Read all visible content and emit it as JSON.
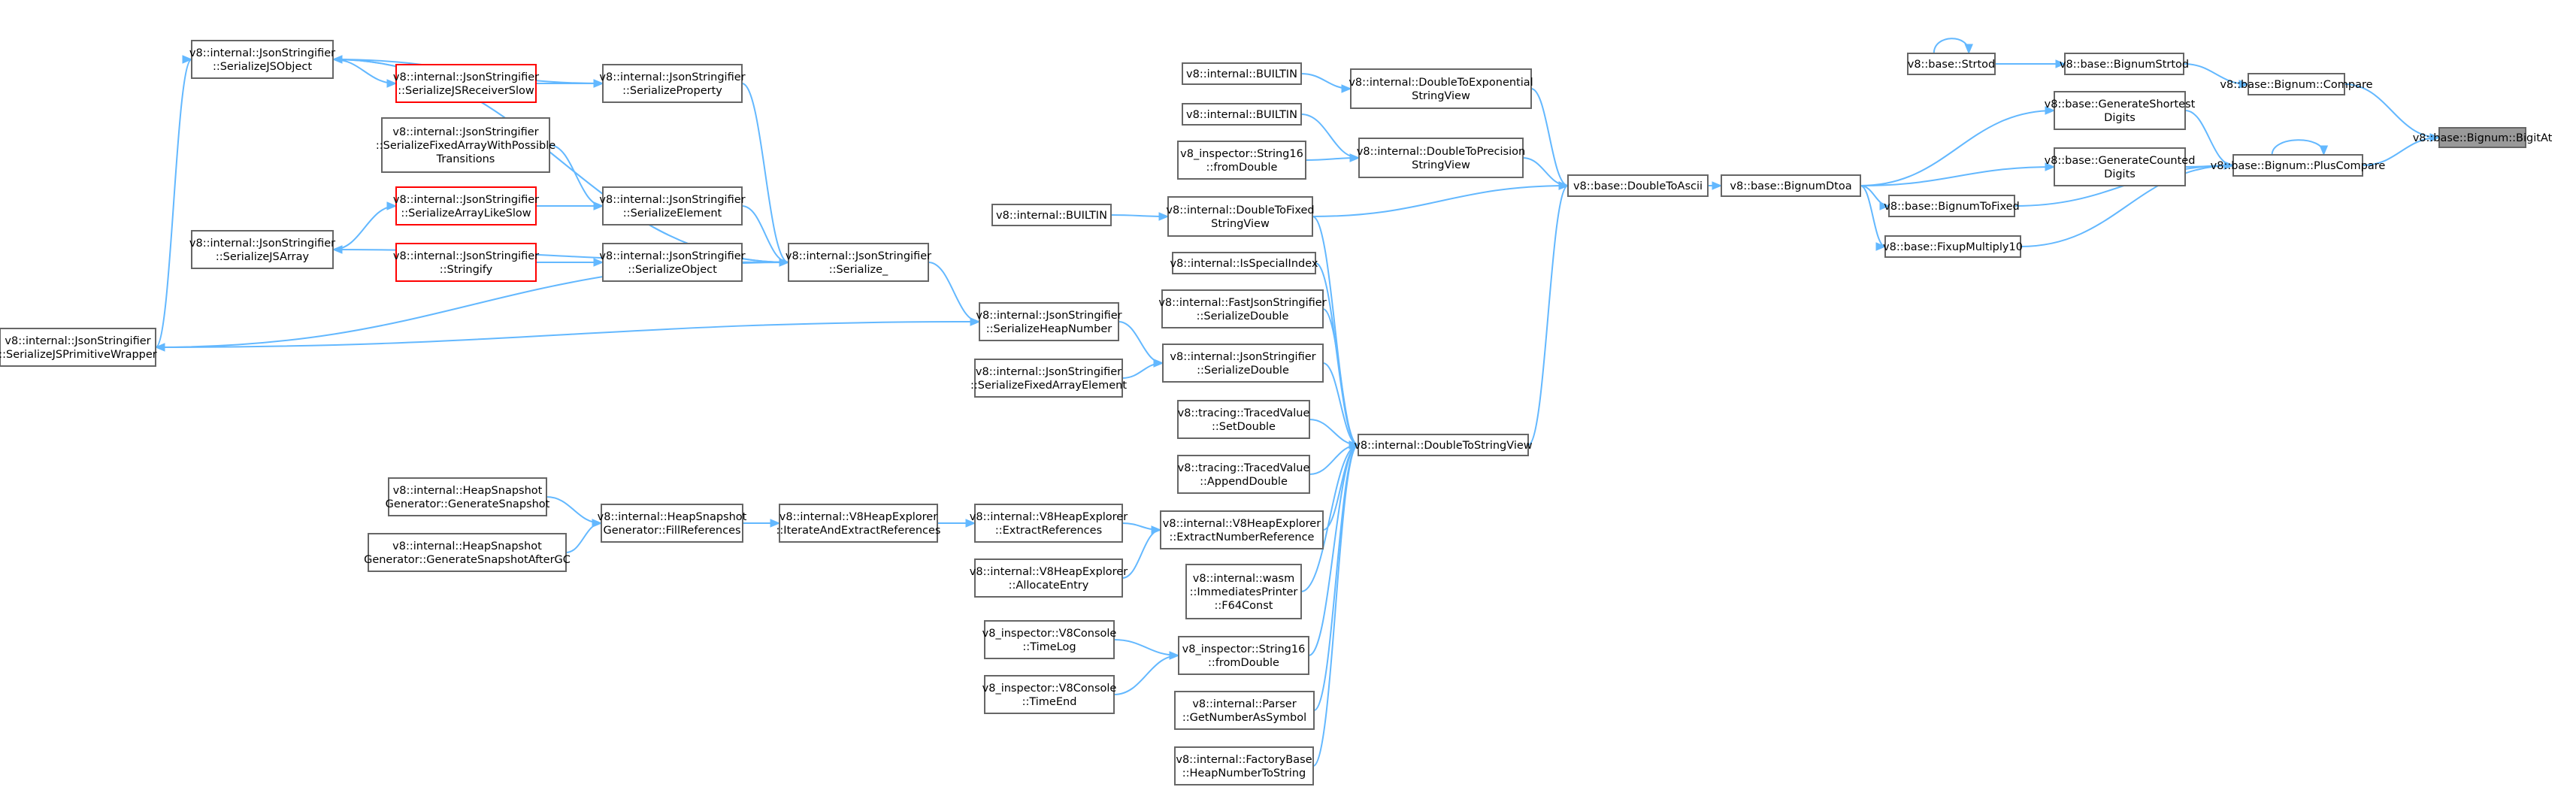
{
  "graph": {
    "root": "v8::base::Bignum::BigitAt",
    "nodes": {
      "n1": [
        "v8::base::Bignum::BigitAt"
      ],
      "n2": [
        "v8::base::Bignum::Compare"
      ],
      "n3": [
        "v8::base::Bignum::PlusCompare"
      ],
      "n4": [
        "v8::base::BignumStrtod"
      ],
      "n5": [
        "v8::base::Strtod"
      ],
      "n6": [
        "v8::base::GenerateShortest",
        "Digits"
      ],
      "n7": [
        "v8::base::GenerateCounted",
        "Digits"
      ],
      "n8": [
        "v8::base::BignumToFixed"
      ],
      "n9": [
        "v8::base::FixupMultiply10"
      ],
      "n10": [
        "v8::base::BignumDtoa"
      ],
      "n11": [
        "v8::base::DoubleToAscii"
      ],
      "n12": [
        "v8::internal::DoubleToExponential",
        "StringView"
      ],
      "n13": [
        "v8::internal::DoubleToPrecision",
        "StringView"
      ],
      "n14": [
        "v8::internal::DoubleToFixed",
        "StringView"
      ],
      "n15": [
        "v8::internal::DoubleToStringView"
      ],
      "n16": [
        "v8::internal::BUILTIN"
      ],
      "n17": [
        "v8::internal::BUILTIN"
      ],
      "n18": [
        "v8_inspector::String16",
        "::fromDouble"
      ],
      "n19": [
        "v8::internal::BUILTIN"
      ],
      "n20": [
        "v8::internal::IsSpecialIndex"
      ],
      "n21": [
        "v8::internal::FastJsonStringifier",
        "::SerializeDouble"
      ],
      "n22": [
        "v8::internal::JsonStringifier",
        "::SerializeDouble"
      ],
      "n23": [
        "v8::tracing::TracedValue",
        "::SetDouble"
      ],
      "n24": [
        "v8::tracing::TracedValue",
        "::AppendDouble"
      ],
      "n25": [
        "v8::internal::V8HeapExplorer",
        "::ExtractNumberReference"
      ],
      "n26": [
        "v8::internal::wasm",
        "::ImmediatesPrinter",
        "::F64Const"
      ],
      "n27": [
        "v8_inspector::String16",
        "::fromDouble"
      ],
      "n28": [
        "v8::internal::Parser",
        "::GetNumberAsSymbol"
      ],
      "n29": [
        "v8::internal::FactoryBase",
        "::HeapNumberToString"
      ],
      "n30": [
        "v8::internal::JsonStringifier",
        "::SerializeHeapNumber"
      ],
      "n31": [
        "v8::internal::JsonStringifier",
        "::SerializeFixedArrayElement"
      ],
      "n32": [
        "v8::internal::JsonStringifier",
        "::Serialize_"
      ],
      "n33": [
        "v8::internal::JsonStringifier",
        "::SerializeJSPrimitiveWrapper"
      ],
      "n34": [
        "v8::internal::JsonStringifier",
        "::SerializeJSObject"
      ],
      "n35": [
        "v8::internal::JsonStringifier",
        "::SerializeJSReceiverSlow"
      ],
      "n36": [
        "v8::internal::JsonStringifier",
        "::SerializeProperty"
      ],
      "n37": [
        "v8::internal::JsonStringifier",
        "::SerializeFixedArrayWithPossible",
        "Transitions"
      ],
      "n38": [
        "v8::internal::JsonStringifier",
        "::SerializeArrayLikeSlow"
      ],
      "n39": [
        "v8::internal::JsonStringifier",
        "::SerializeElement"
      ],
      "n40": [
        "v8::internal::JsonStringifier",
        "::SerializeJSArray"
      ],
      "n41": [
        "v8::internal::JsonStringifier",
        "::Stringify"
      ],
      "n42": [
        "v8::internal::JsonStringifier",
        "::SerializeObject"
      ],
      "n43": [
        "v8::internal::V8HeapExplorer",
        "::ExtractReferences"
      ],
      "n44": [
        "v8::internal::V8HeapExplorer",
        "::AllocateEntry"
      ],
      "n45": [
        "v8::internal::V8HeapExplorer",
        "::IterateAndExtractReferences"
      ],
      "n46": [
        "v8::internal::HeapSnapshot",
        "Generator::FillReferences"
      ],
      "n47": [
        "v8::internal::HeapSnapshot",
        "Generator::GenerateSnapshot"
      ],
      "n48": [
        "v8::internal::HeapSnapshot",
        "Generator::GenerateSnapshotAfterGC"
      ],
      "n49": [
        "v8_inspector::V8Console",
        "::TimeLog"
      ],
      "n50": [
        "v8_inspector::V8Console",
        "::TimeEnd"
      ]
    },
    "edges": [
      [
        "n5",
        "n5"
      ],
      [
        "n3",
        "n3"
      ],
      [
        "n2",
        "n1"
      ],
      [
        "n3",
        "n1"
      ],
      [
        "n4",
        "n2"
      ],
      [
        "n5",
        "n4"
      ],
      [
        "n6",
        "n3"
      ],
      [
        "n7",
        "n3"
      ],
      [
        "n8",
        "n3"
      ],
      [
        "n9",
        "n3"
      ],
      [
        "n10",
        "n6"
      ],
      [
        "n10",
        "n7"
      ],
      [
        "n10",
        "n8"
      ],
      [
        "n10",
        "n9"
      ],
      [
        "n11",
        "n10"
      ],
      [
        "n12",
        "n11"
      ],
      [
        "n13",
        "n11"
      ],
      [
        "n14",
        "n11"
      ],
      [
        "n15",
        "n11"
      ],
      [
        "n16",
        "n12"
      ],
      [
        "n17",
        "n13"
      ],
      [
        "n18",
        "n13"
      ],
      [
        "n19",
        "n14"
      ],
      [
        "n14",
        "n15"
      ],
      [
        "n20",
        "n15"
      ],
      [
        "n21",
        "n15"
      ],
      [
        "n22",
        "n15"
      ],
      [
        "n23",
        "n15"
      ],
      [
        "n24",
        "n15"
      ],
      [
        "n25",
        "n15"
      ],
      [
        "n26",
        "n15"
      ],
      [
        "n27",
        "n15"
      ],
      [
        "n28",
        "n15"
      ],
      [
        "n29",
        "n15"
      ],
      [
        "n30",
        "n22"
      ],
      [
        "n31",
        "n22"
      ],
      [
        "n32",
        "n30"
      ],
      [
        "n33",
        "n30"
      ],
      [
        "n32",
        "n34"
      ],
      [
        "n32",
        "n40"
      ],
      [
        "n32",
        "n33"
      ],
      [
        "n36",
        "n32"
      ],
      [
        "n39",
        "n32"
      ],
      [
        "n42",
        "n32"
      ],
      [
        "n34",
        "n32"
      ],
      [
        "n33",
        "n34"
      ],
      [
        "n34",
        "n35"
      ],
      [
        "n34",
        "n36"
      ],
      [
        "n35",
        "n36"
      ],
      [
        "n37",
        "n39"
      ],
      [
        "n38",
        "n39"
      ],
      [
        "n40",
        "n38"
      ],
      [
        "n41",
        "n42"
      ],
      [
        "n43",
        "n25"
      ],
      [
        "n44",
        "n25"
      ],
      [
        "n45",
        "n43"
      ],
      [
        "n46",
        "n45"
      ],
      [
        "n47",
        "n46"
      ],
      [
        "n48",
        "n46"
      ],
      [
        "n49",
        "n27"
      ],
      [
        "n50",
        "n27"
      ]
    ]
  }
}
